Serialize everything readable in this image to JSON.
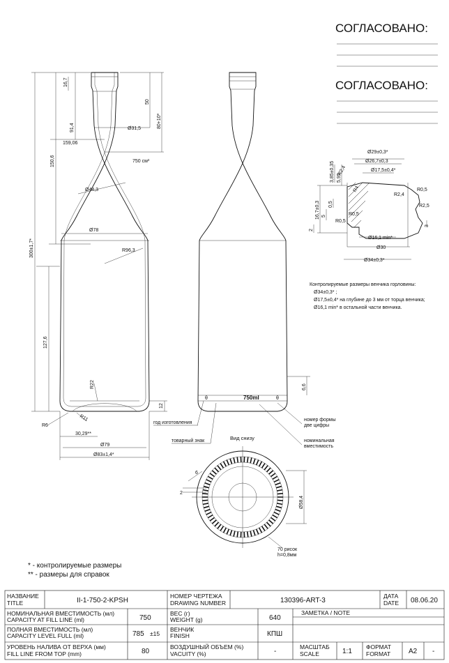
{
  "approval": {
    "label1": "СОГЛАСОВАНО:",
    "label2": "СОГЛАСОВАНО:"
  },
  "dimensions": {
    "d16_7": "16,7",
    "d91_4": "91,4",
    "d150_6": "150,6",
    "d300": "300±1,7*",
    "d127_6": "127,6",
    "d50": "50",
    "d80": "80+10*",
    "d31_5": "Ø31,5",
    "d159": "159,06",
    "d750cm": "750 см³",
    "d44_3": "Ø44,3",
    "d78": "Ø78",
    "r96": "R96,3",
    "r22": "R22",
    "r6": "R6",
    "r11": "R11",
    "d12": "12",
    "d30_29": "30,29**",
    "d79": "Ø79",
    "d83": "Ø83±1,4*",
    "d6_6": "6,6"
  },
  "labels": {
    "year": "год изготовления",
    "trademark": "товарный знак",
    "mold": "номер формы\nдве цифры",
    "volume": "номинальная\nвместимость",
    "bottom_view": "Вид снизу",
    "knurl": "70 рисок\nh=0,8мм",
    "base_58": "Ø58,4",
    "base_2": "2",
    "base_6": "6",
    "mark_750": "750ml"
  },
  "finish": {
    "d29": "Ø29±0,3*",
    "d26_7": "Ø26,7±0,3",
    "d17_5": "Ø17,5±0,4*",
    "d5_95": "5,95",
    "d3_85": "3,85±0,35",
    "r2_4a": "R2,4",
    "r4": "R4",
    "r0_5a": "R0,5",
    "r2_4b": "R2,4",
    "r2_5": "R2,5",
    "d16_7": "16,7±0,3",
    "d0_5": "0,5",
    "d5": "5",
    "r0_5b": "R0,5",
    "r0_5c": "R0,5",
    "d2": "2",
    "d3": "3",
    "d16_1": "Ø16,1 min*",
    "d30": "Ø30",
    "d34": "Ø34±0,3*"
  },
  "finish_notes": {
    "title": "Контролируемые размеры венчика горловины:",
    "line1": "Ø34±0,3* ;",
    "line2": "Ø17,5±0,4*  на глубине до 3 мм от торца венчика;",
    "line3": "Ø16,1 min* в остальной части венчика."
  },
  "footnotes": {
    "controlled": "* - контролируемые размеры",
    "reference": "** - размеры для справок"
  },
  "title_block": {
    "title_label_ru": "НАЗВАНИЕ",
    "title_label_en": "TITLE",
    "title_value": "II-1-750-2-KPSH",
    "drawing_label_ru": "НОМЕР ЧЕРТЕЖА",
    "drawing_label_en": "DRAWING NUMBER",
    "drawing_value": "130396-ART-3",
    "date_label_ru": "ДАТА",
    "date_label_en": "DATE",
    "date_value": "08.06.20",
    "cap_fill_ru": "НОМИНАЛЬНАЯ ВМЕСТИМОСТЬ (мл)",
    "cap_fill_en": "CAPACITY AT FILL LINE (ml)",
    "cap_fill_value": "750",
    "weight_ru": "ВЕС (г)",
    "weight_en": "WEIGHT (g)",
    "weight_value": "640",
    "note_label": "ЗАМЕТКА / NOTE",
    "cap_full_ru": "ПОЛНАЯ ВМЕСТИМОСТЬ (мл)",
    "cap_full_en": "CAPACITY LEVEL FULL (ml)",
    "cap_full_value": "785",
    "cap_full_tol": "±15",
    "finish_ru": "ВЕНЧИК",
    "finish_en": "FINISH",
    "finish_value": "КПШ",
    "fill_level_ru": "УРОВЕНЬ НАЛИВА ОТ ВЕРХА (мм)",
    "fill_level_en": "FILL LINE FROM TOP (mm)",
    "fill_level_value": "80",
    "vacuity_ru": "ВОЗДУШНЫЙ ОБЪЕМ (%)",
    "vacuity_en": "VACUITY (%)",
    "vacuity_value": "-",
    "scale_ru": "МАСШТАБ",
    "scale_en": "SCALE",
    "scale_value": "1:1",
    "format_ru": "ФОРМАТ",
    "format_en": "FORMAT",
    "format_value": "A2",
    "format_extra": "-"
  }
}
